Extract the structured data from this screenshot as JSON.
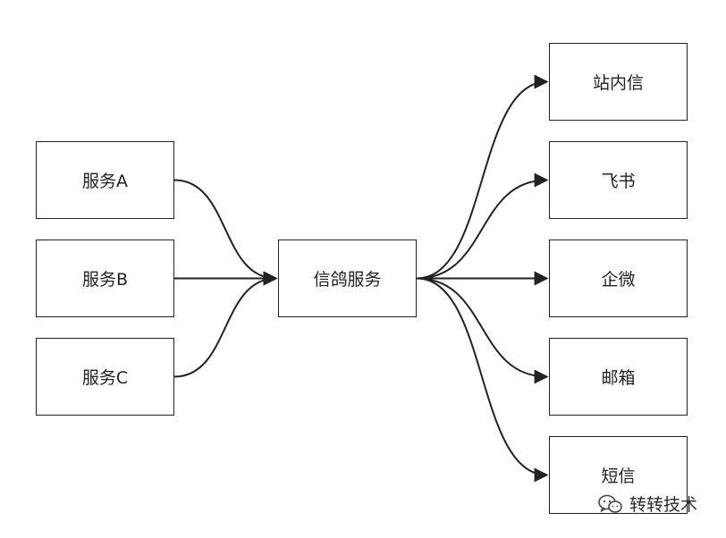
{
  "sources": [
    {
      "id": "svcA",
      "label": "服务A"
    },
    {
      "id": "svcB",
      "label": "服务B"
    },
    {
      "id": "svcC",
      "label": "服务C"
    }
  ],
  "hub": {
    "id": "hub",
    "label": "信鸽服务"
  },
  "targets": [
    {
      "id": "inbox",
      "label": "站内信"
    },
    {
      "id": "feishu",
      "label": "飞书"
    },
    {
      "id": "wecom",
      "label": "企微"
    },
    {
      "id": "email",
      "label": "邮箱"
    },
    {
      "id": "sms",
      "label": "短信"
    }
  ],
  "edges": [
    {
      "from": "svcA",
      "to": "hub"
    },
    {
      "from": "svcB",
      "to": "hub"
    },
    {
      "from": "svcC",
      "to": "hub"
    },
    {
      "from": "hub",
      "to": "inbox"
    },
    {
      "from": "hub",
      "to": "feishu"
    },
    {
      "from": "hub",
      "to": "wecom"
    },
    {
      "from": "hub",
      "to": "email"
    },
    {
      "from": "hub",
      "to": "sms"
    }
  ],
  "watermark": {
    "text": "转转技术",
    "icon": "wechat-icon"
  },
  "colors": {
    "stroke": "#222222",
    "text": "#222222"
  }
}
